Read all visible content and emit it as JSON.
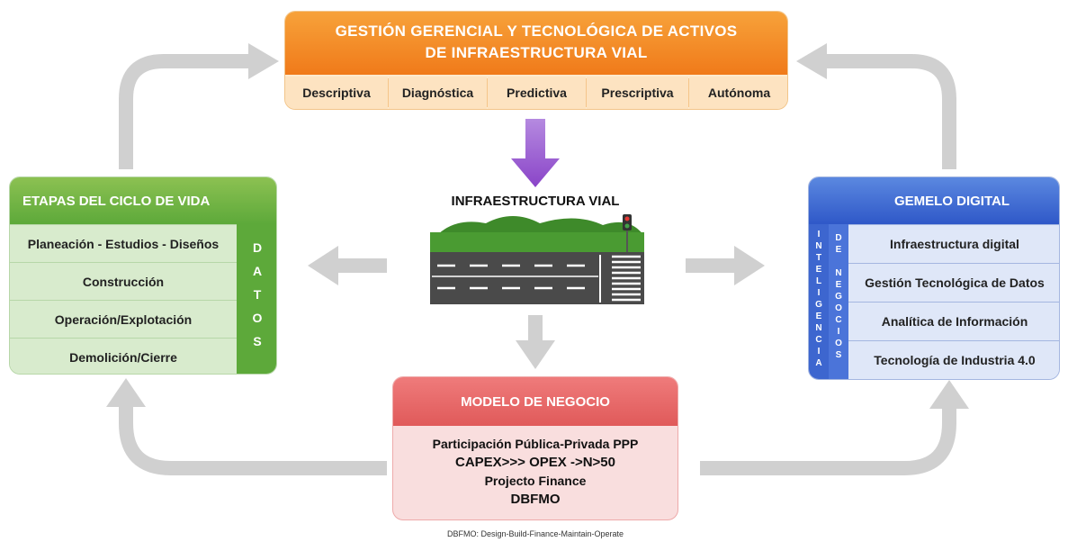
{
  "top": {
    "title_line1": "GESTIÓN GERENCIAL Y TECNOLÓGICA DE ACTIVOS",
    "title_line2": "DE INFRAESTRUCTURA VIAL",
    "cells": [
      "Descriptiva",
      "Diagnóstica",
      "Predictiva",
      "Prescriptiva",
      "Autónoma"
    ]
  },
  "left": {
    "title": "ETAPAS DEL CICLO DE VIDA",
    "rows": [
      "Planeación - Estudios - Diseños",
      "Construcción",
      "Operación/Explotación",
      "Demolición/Cierre"
    ],
    "side_letters": [
      "D",
      "A",
      "T",
      "O",
      "S"
    ]
  },
  "right": {
    "title": "GEMELO DIGITAL",
    "rows": [
      "Infraestructura digital",
      "Gestión Tecnológica de Datos",
      "Analítica de Información",
      "Tecnología de Industria 4.0"
    ],
    "side1_letters": [
      "I",
      "N",
      "T",
      "E",
      "L",
      "I",
      "G",
      "E",
      "N",
      "C",
      "I",
      "A"
    ],
    "side2_letters": [
      "D",
      "E",
      "",
      "N",
      "E",
      "G",
      "O",
      "C",
      "I",
      "O",
      "S"
    ]
  },
  "center": {
    "title": "INFRAESTRUCTURA VIAL"
  },
  "bottom": {
    "title": "MODELO DE NEGOCIO",
    "lines": [
      "Participación Pública-Privada PPP",
      "CAPEX>>> OPEX ->N>50",
      "Projecto Finance",
      "DBFMO"
    ]
  },
  "footnote": "DBFMO: Design-Build-Finance-Maintain-Operate",
  "colors": {
    "orange": "#f07a1a",
    "green": "#5da93a",
    "blue": "#2f58c8",
    "red": "#e05a5a",
    "purple": "#9b59d0",
    "arrow_gray": "#cfcfcf"
  }
}
